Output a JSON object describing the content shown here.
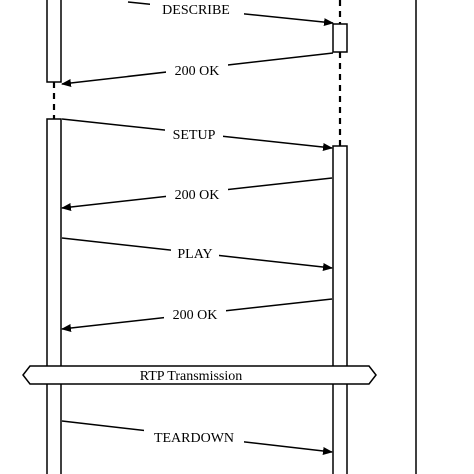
{
  "diagram": {
    "line_color": "#000000",
    "background": "#ffffff",
    "messages": [
      {
        "id": "describe",
        "label": "DESCRIBE",
        "direction": "client-to-server"
      },
      {
        "id": "ok-1",
        "label": "200 OK",
        "direction": "server-to-client"
      },
      {
        "id": "setup",
        "label": "SETUP",
        "direction": "client-to-server"
      },
      {
        "id": "ok-2",
        "label": "200 OK",
        "direction": "server-to-client"
      },
      {
        "id": "play",
        "label": "PLAY",
        "direction": "client-to-server"
      },
      {
        "id": "ok-3",
        "label": "200 OK",
        "direction": "server-to-client"
      },
      {
        "id": "teardown",
        "label": "TEARDOWN",
        "direction": "client-to-server"
      }
    ],
    "transmission_label": "RTP Transmission"
  }
}
